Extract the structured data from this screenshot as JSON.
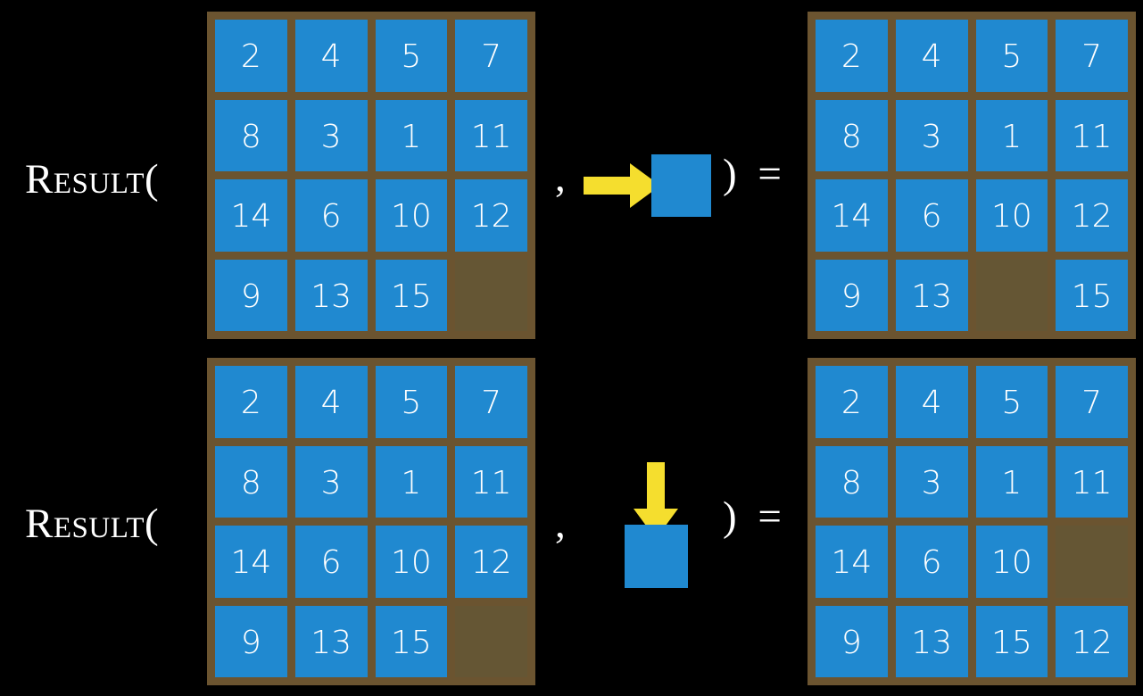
{
  "slide": {
    "background_color": "#000000",
    "tile_color": "#2089d0",
    "board_color": "#6b5430",
    "empty_cell_color": "#655634",
    "arrow_color": "#f5de2e",
    "text_color": "#ffffff"
  },
  "equations": [
    {
      "label": "Result(",
      "comma": ",",
      "close_paren_equals": ") =",
      "move": {
        "direction": "right",
        "arrow_icon": "arrow-right-icon",
        "tile_label": ""
      },
      "input_board": {
        "name": "input-board-row-1",
        "rows": [
          [
            "2",
            "4",
            "5",
            "7"
          ],
          [
            "8",
            "3",
            "1",
            "11"
          ],
          [
            "14",
            "6",
            "10",
            "12"
          ],
          [
            "9",
            "13",
            "15",
            ""
          ]
        ]
      },
      "output_board": {
        "name": "output-board-row-1",
        "rows": [
          [
            "2",
            "4",
            "5",
            "7"
          ],
          [
            "8",
            "3",
            "1",
            "11"
          ],
          [
            "14",
            "6",
            "10",
            "12"
          ],
          [
            "9",
            "13",
            "",
            "15"
          ]
        ]
      }
    },
    {
      "label": "Result(",
      "comma": ",",
      "close_paren_equals": ") =",
      "move": {
        "direction": "down",
        "arrow_icon": "arrow-down-icon",
        "tile_label": ""
      },
      "input_board": {
        "name": "input-board-row-2",
        "rows": [
          [
            "2",
            "4",
            "5",
            "7"
          ],
          [
            "8",
            "3",
            "1",
            "11"
          ],
          [
            "14",
            "6",
            "10",
            "12"
          ],
          [
            "9",
            "13",
            "15",
            ""
          ]
        ]
      },
      "output_board": {
        "name": "output-board-row-2",
        "rows": [
          [
            "2",
            "4",
            "5",
            "7"
          ],
          [
            "8",
            "3",
            "1",
            "11"
          ],
          [
            "14",
            "6",
            "10",
            ""
          ],
          [
            "9",
            "13",
            "15",
            "12"
          ]
        ]
      }
    }
  ]
}
